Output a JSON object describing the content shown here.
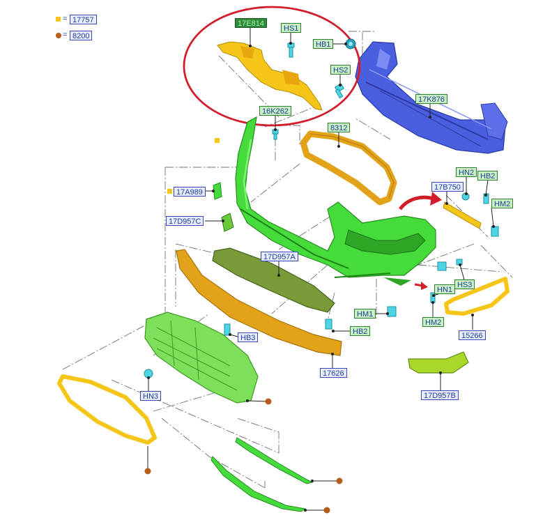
{
  "colors": {
    "yellow": "#f5c518",
    "orange": "#e2a21a",
    "green": "#45dc3b",
    "blue": "#4a5ee0",
    "cyan": "#4fd4e6",
    "red": "#d21e2b",
    "brown": "#b85c1a"
  },
  "legend": [
    {
      "symbol": "yellow-square",
      "eq": "=",
      "label": "17757"
    },
    {
      "symbol": "brown-dot",
      "eq": "=",
      "label": "8200"
    }
  ],
  "labels": {
    "17E814": "17E814",
    "HS1": "HS1",
    "HB1": "HB1",
    "HS2": "HS2",
    "17K876": "17K876",
    "16K262": "16K262",
    "8312": "8312",
    "17A989": "17A989",
    "17D957C": "17D957C",
    "HN2": "HN2",
    "HB2_top": "HB2",
    "17B750": "17B750",
    "HM2_top": "HM2",
    "17D957A": "17D957A",
    "HS3": "HS3",
    "HN1": "HN1",
    "HM1": "HM1",
    "HB2_mid": "HB2",
    "HM2_mid": "HM2",
    "15266": "15266",
    "HB3": "HB3",
    "17626": "17626",
    "HN3": "HN3",
    "17D957B": "17D957B"
  }
}
